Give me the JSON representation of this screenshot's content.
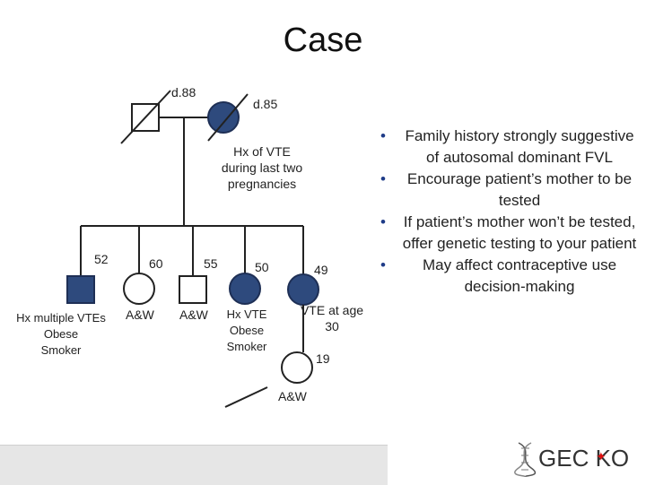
{
  "title": "Case",
  "pedigree": {
    "grandfather_label": "d.88",
    "grandmother_label": "d.85",
    "grandmother_note": [
      "Hx of VTE",
      "during last two",
      "pregnancies"
    ],
    "ages": {
      "uncle": "52",
      "aunt": "60",
      "father": "55",
      "aunt2": "50",
      "mother": "49",
      "patient": "19"
    },
    "uncle_note": [
      "Hx multiple VTEs",
      "Obese",
      "Smoker"
    ],
    "aunt_note": "A&W",
    "father_note": "A&W",
    "aunt2_note": [
      "Hx VTE",
      "Obese",
      "Smoker"
    ],
    "mother_note": [
      "VTE at age",
      "30"
    ],
    "patient_note": "A&W"
  },
  "bullets": [
    "Family history strongly suggestive of autosomal dominant FVL",
    "Encourage patient’s mother to be tested",
    "If patient’s mother won’t be tested, offer genetic testing to your patient",
    "May affect contraceptive use decision-making"
  ],
  "logo": {
    "text": "GEC  KO",
    "leaf": "leaf-icon",
    "dna": "dna-helix-icon"
  },
  "colors": {
    "affected_fill": "#2e4a7d",
    "affected_stroke": "#1e2f55",
    "line": "#222222",
    "leaf": "#d11111"
  }
}
